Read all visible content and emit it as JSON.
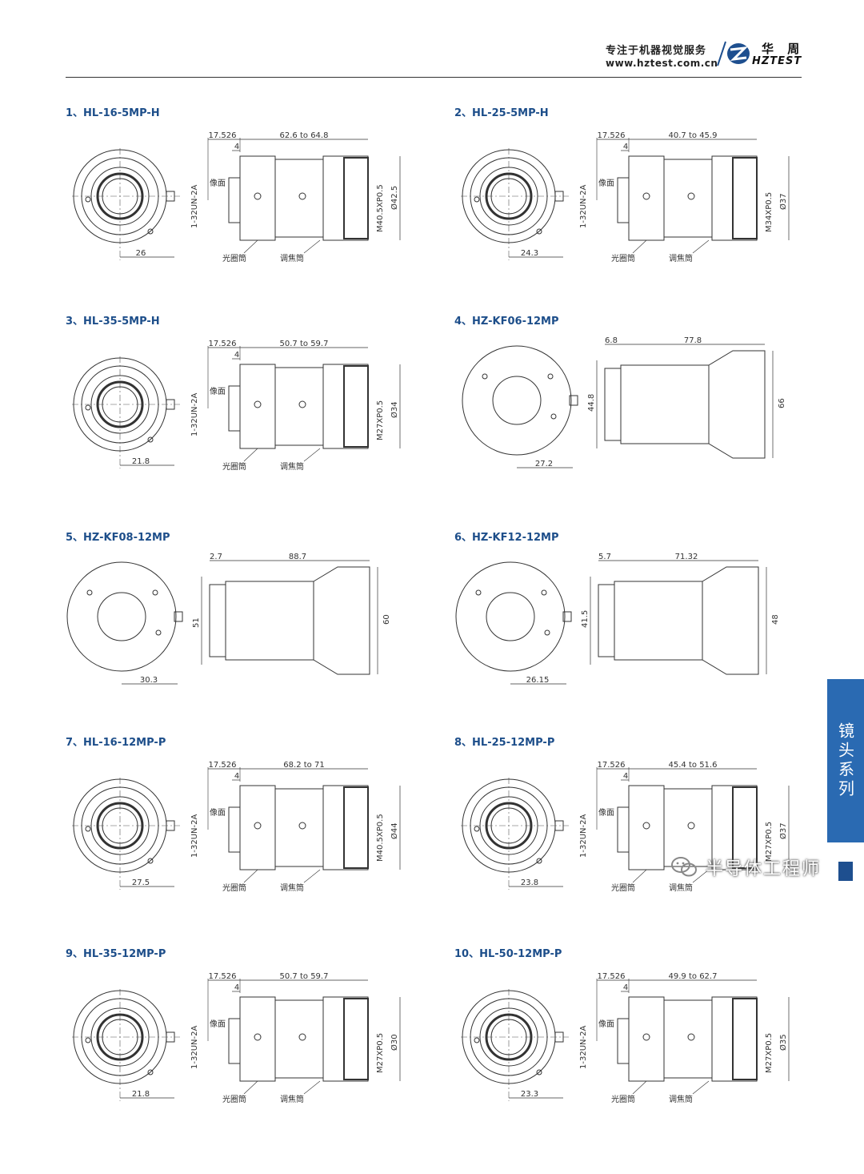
{
  "header": {
    "tagline": "专注于机器视觉服务",
    "website": "www.hztest.com.cn",
    "brand_cn": "华 周",
    "brand_en": "HZTEST"
  },
  "side_tab": "镜头系列",
  "watermark": "半导体工程师",
  "labels": {
    "image_side": "像面",
    "thread": "1-32UN-2A",
    "iris_ring": "光圈筒",
    "focus_ring": "调焦筒"
  },
  "lenses": [
    {
      "title": "1、HL-16-5MP-H",
      "type": "standard",
      "front_dia": "26",
      "flange": "17.526",
      "mount": "4",
      "length": "62.6 to 64.8",
      "filter": "M40.5XP0.5",
      "outer_dia": "Ø42.5"
    },
    {
      "title": "2、HL-25-5MP-H",
      "type": "standard",
      "front_dia": "24.3",
      "flange": "17.526",
      "mount": "4",
      "length": "40.7 to 45.9",
      "filter": "M34XP0.5",
      "outer_dia": "Ø37"
    },
    {
      "title": "3、HL-35-5MP-H",
      "type": "standard",
      "front_dia": "21.8",
      "flange": "17.526",
      "mount": "4",
      "length": "50.7 to 59.7",
      "filter": "M27XP0.5",
      "outer_dia": "Ø34"
    },
    {
      "title": "4、HZ-KF06-12MP",
      "type": "fisheye",
      "front_dia": "27.2",
      "flange": "6.8",
      "length": "77.8",
      "body_dia": "44.8",
      "outer_dia": "66"
    },
    {
      "title": "5、HZ-KF08-12MP",
      "type": "fisheye",
      "front_dia": "30.3",
      "flange": "2.7",
      "length": "88.7",
      "body_dia": "51",
      "outer_dia": "60"
    },
    {
      "title": "6、HZ-KF12-12MP",
      "type": "fisheye",
      "front_dia": "26.15",
      "flange": "5.7",
      "length": "71.32",
      "body_dia": "41.5",
      "outer_dia": "48"
    },
    {
      "title": "7、HL-16-12MP-P",
      "type": "standard",
      "front_dia": "27.5",
      "flange": "17.526",
      "mount": "4",
      "length": "68.2 to 71",
      "filter": "M40.5XP0.5",
      "outer_dia": "Ø44"
    },
    {
      "title": "8、HL-25-12MP-P",
      "type": "standard",
      "front_dia": "23.8",
      "flange": "17.526",
      "mount": "4",
      "length": "45.4 to 51.6",
      "filter": "M27XP0.5",
      "outer_dia": "Ø37"
    },
    {
      "title": "9、HL-35-12MP-P",
      "type": "standard",
      "front_dia": "21.8",
      "flange": "17.526",
      "mount": "4",
      "length": "50.7 to 59.7",
      "filter": "M27XP0.5",
      "outer_dia": "Ø30"
    },
    {
      "title": "10、HL-50-12MP-P",
      "type": "standard",
      "front_dia": "23.3",
      "flange": "17.526",
      "mount": "4",
      "length": "49.9 to 62.7",
      "filter": "M27XP0.5",
      "outer_dia": "Ø35"
    }
  ]
}
